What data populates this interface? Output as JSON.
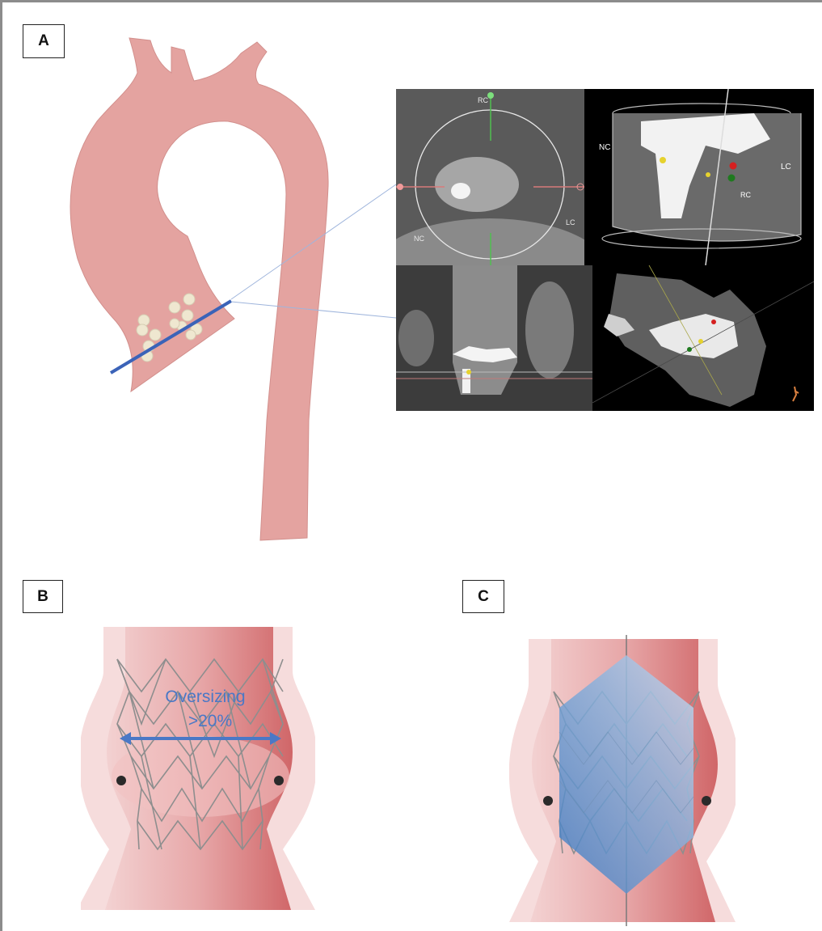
{
  "panels": {
    "a": {
      "label": "A"
    },
    "b": {
      "label": "B"
    },
    "c": {
      "label": "C"
    }
  },
  "ct_views": {
    "axial": {
      "labels": {
        "rc": "RC",
        "lc": "LC",
        "nc": "NC"
      }
    },
    "volume": {
      "labels": {
        "nc": "NC",
        "lc": "LC",
        "rc": "RC"
      }
    }
  },
  "annotation": {
    "line1": "Oversizing",
    "line2": ">20%"
  },
  "colors": {
    "aorta": "#e4a3a0",
    "aorta_shadow": "#c98683",
    "calcium": "#eee6cf",
    "plane": "#3b63b8",
    "arrow": "#4a78c6",
    "vessel_outer": "#f6d9d8",
    "vessel_inner": "#d26b6d",
    "stent": "#8e8e8e",
    "valve_blue": "#5b93d0"
  }
}
